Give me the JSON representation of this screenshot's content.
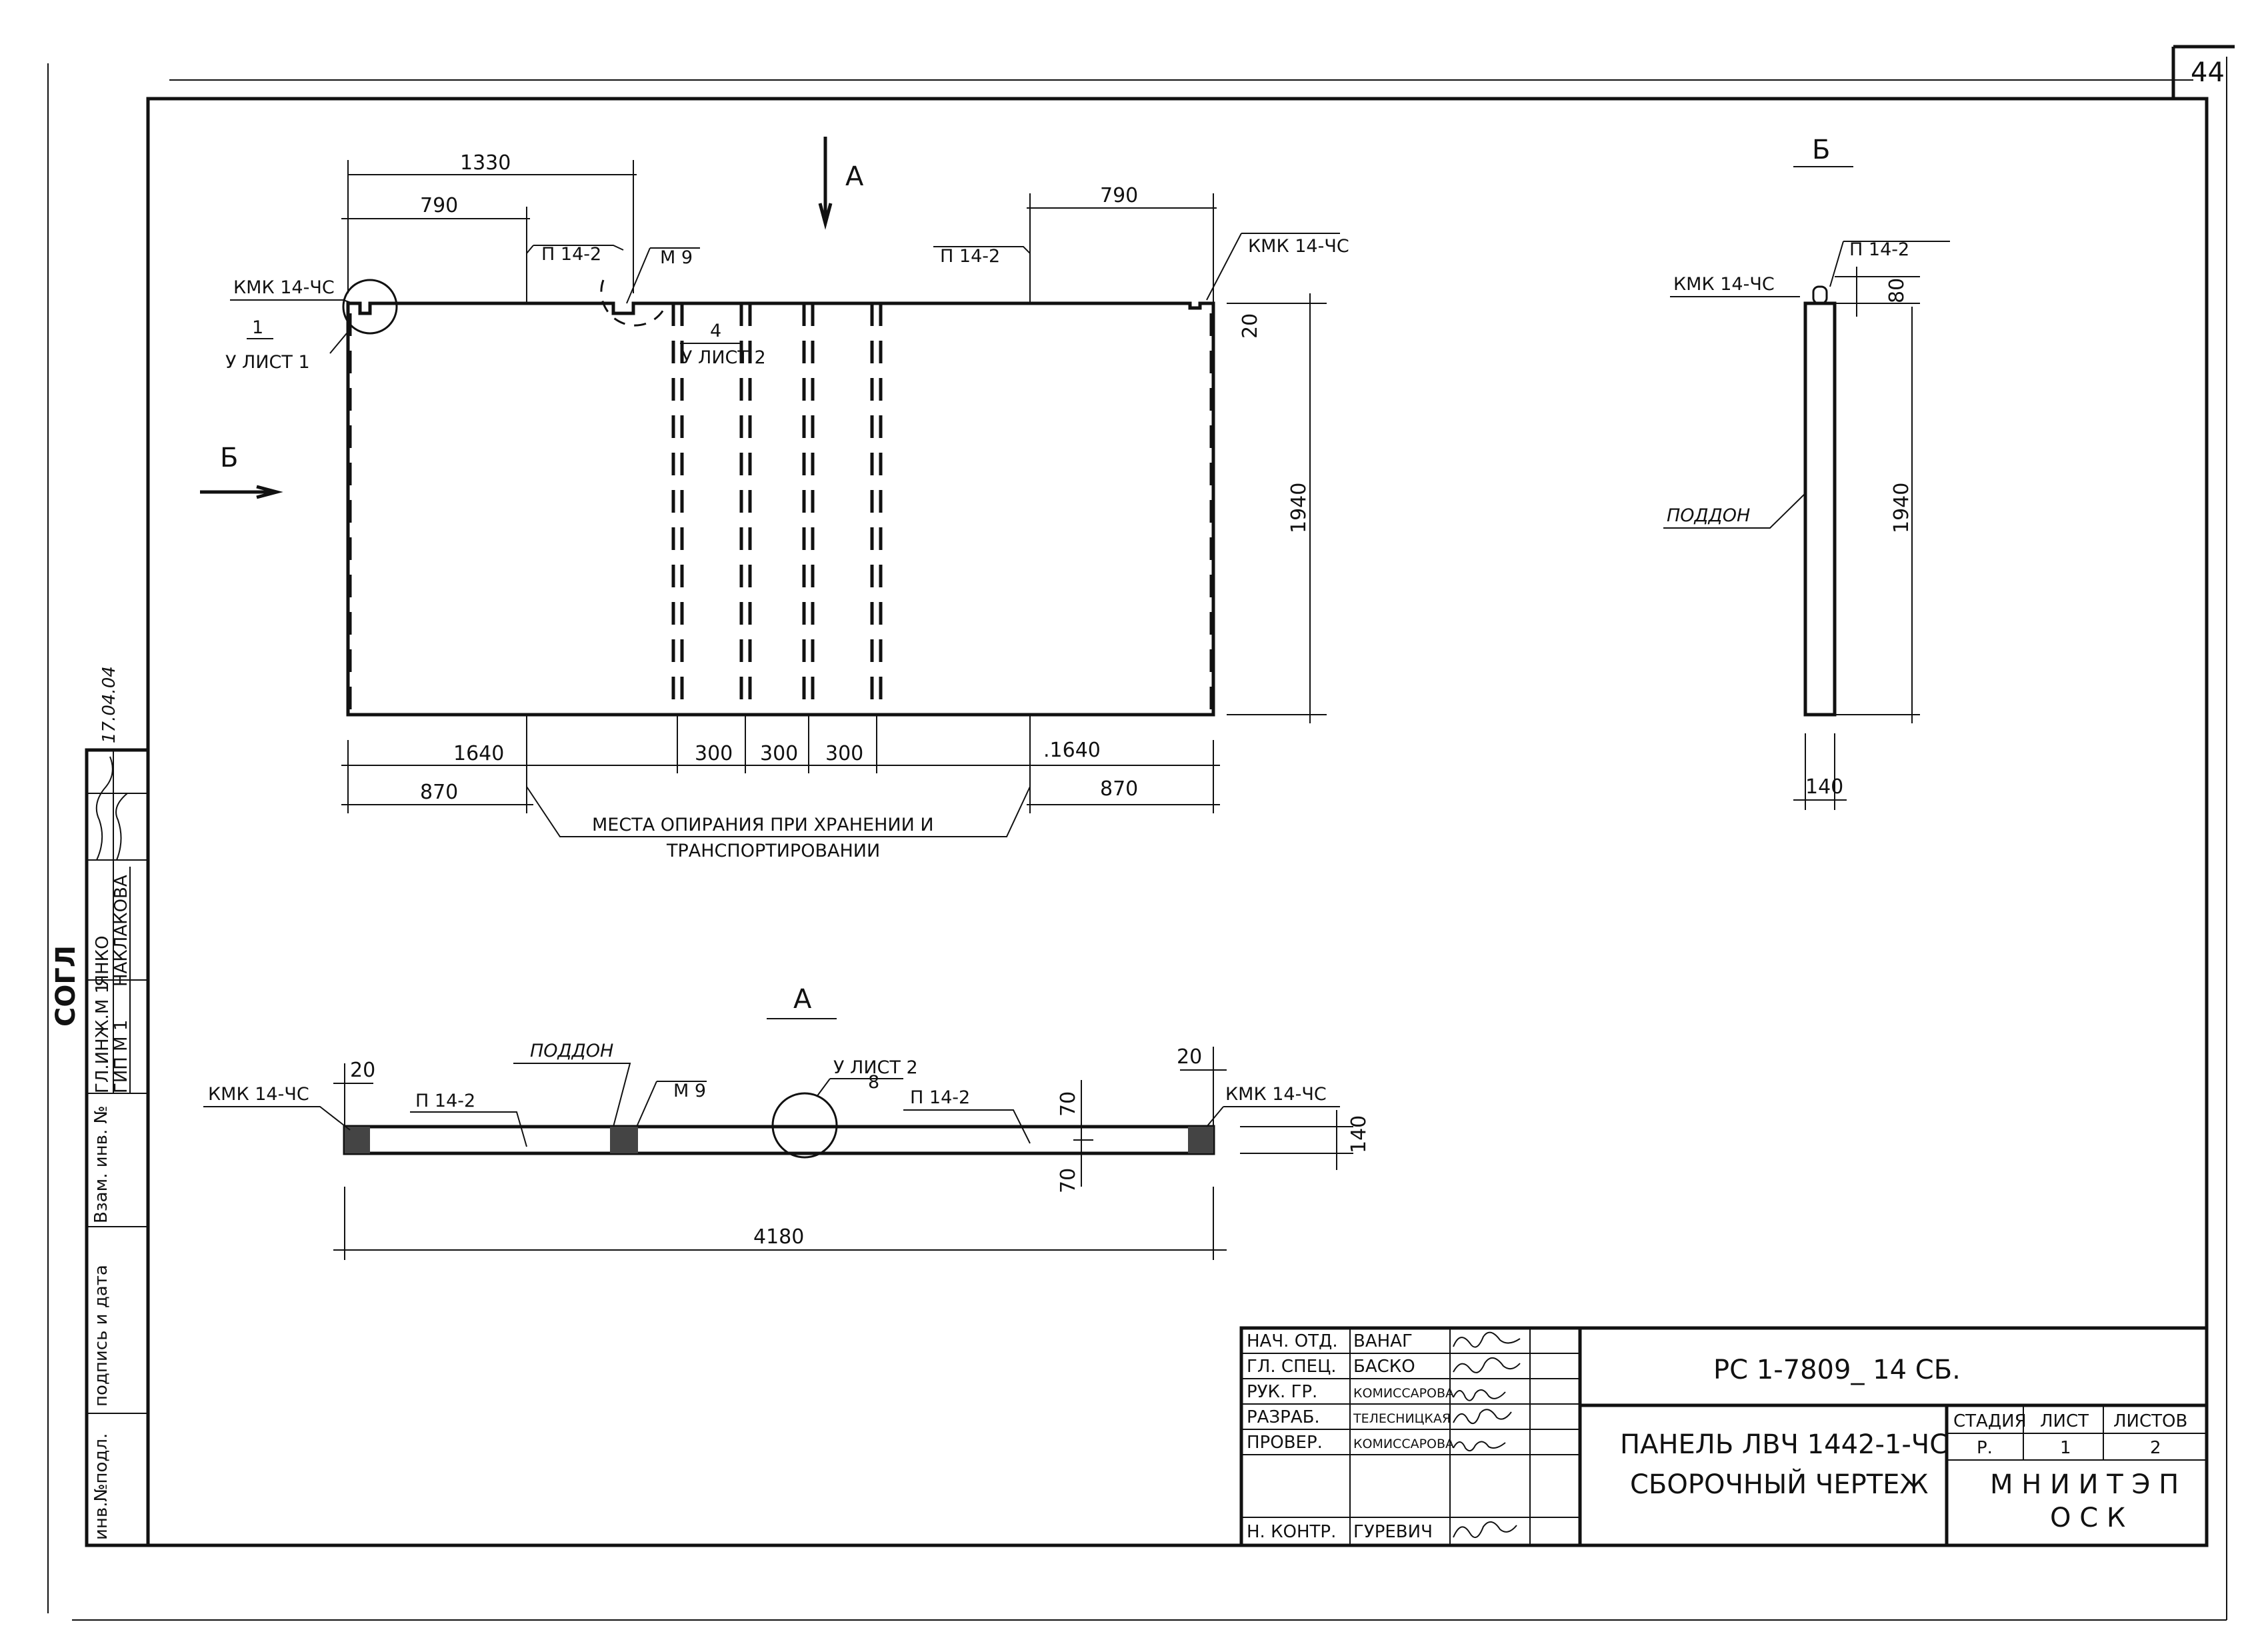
{
  "sheet_number": "44",
  "view_main": {
    "dims_top": {
      "d1330": "1330",
      "d790_left": "790",
      "d790_right": "790"
    },
    "dims_bottom": {
      "d1640_left": "1640",
      "d870_left": "870",
      "d300_a": "300",
      "d300_b": "300",
      "d300_c": "300",
      "d1640_right": ".1640",
      "d870_right": "870"
    },
    "dim_height": "1940",
    "dim_20": "20",
    "labels": {
      "kmk_left": "КМК 14-ЧС",
      "kmk_right": "КМК 14-ЧС",
      "p142_left": "П 14-2",
      "p142_right": "П 14-2",
      "m9": "М 9",
      "node1_num": "1",
      "node1_sheet": "У ЛИСТ 1",
      "node4_num": "4",
      "node4_sheet": "У ЛИСТ 2",
      "section_a": "А",
      "section_b": "Б",
      "support_line1": "МЕСТА ОПИРАНИЯ ПРИ ХРАНЕНИИ И",
      "support_line2": "ТРАНСПОРТИРОВАНИИ"
    }
  },
  "view_b": {
    "title": "Б",
    "kmk": "КМК 14-ЧС",
    "p142": "П 14-2",
    "dim_80": "80",
    "dim_1940": "1940",
    "poddon": "ПОДДОН",
    "dim_140": "140"
  },
  "view_a": {
    "title": "А",
    "dim_20_left": "20",
    "dim_20_right": "20",
    "kmk_left": "КМК 14-ЧС",
    "kmk_right": "КМК 14-ЧС",
    "poddon": "ПОДДОН",
    "p142_left": "П 14-2",
    "p142_right": "П 14-2",
    "m9": "М 9",
    "node8_num": "8",
    "node8_sheet": "У ЛИСТ 2",
    "dim_70_top": "70",
    "dim_70_bottom": "70",
    "dim_140": "140",
    "dim_4180": "4180"
  },
  "left_strip": {
    "date": "17.04.04",
    "rows": [
      {
        "role": "ГЛ.ИНЖ.М 1",
        "name": "ЯНКО"
      },
      {
        "role": "ГИП  М 1",
        "name": "НАКЛАКОВА"
      }
    ],
    "stamp_fragment": "СОГЛ",
    "col_labels": {
      "vzam": "Взам. инв. №",
      "podpis": "подпись и дата",
      "inv": "инв.№подл."
    }
  },
  "title_block": {
    "signatures": [
      {
        "role": "НАЧ. ОТД.",
        "name": "ВАНАГ"
      },
      {
        "role": "ГЛ. СПЕЦ.",
        "name": "БАСКО"
      },
      {
        "role": "РУК. ГР.",
        "name": "КОМИССАРОВА"
      },
      {
        "role": "РАЗРАБ.",
        "name": "ТЕЛЕСНИЦКАЯ"
      },
      {
        "role": "ПРОВЕР.",
        "name": "КОМИССАРОВА"
      },
      {
        "role": "",
        "name": ""
      },
      {
        "role": "Н. КОНТР.",
        "name": "ГУРЕВИЧ"
      }
    ],
    "code": "РС 1-7809_  14 СБ.",
    "name_line1": "ПАНЕЛЬ  ЛВЧ 1442-1-ЧС",
    "name_line2": "СБОРОЧНЫЙ  ЧЕРТЕЖ",
    "stage_label": "СТАДИЯ",
    "sheet_label": "ЛИСТ",
    "sheets_label": "ЛИСТОВ",
    "stage": "Р.",
    "sheet": "1",
    "sheets": "2",
    "org_line1": "М Н И И Т Э П",
    "org_line2": "О С К"
  }
}
